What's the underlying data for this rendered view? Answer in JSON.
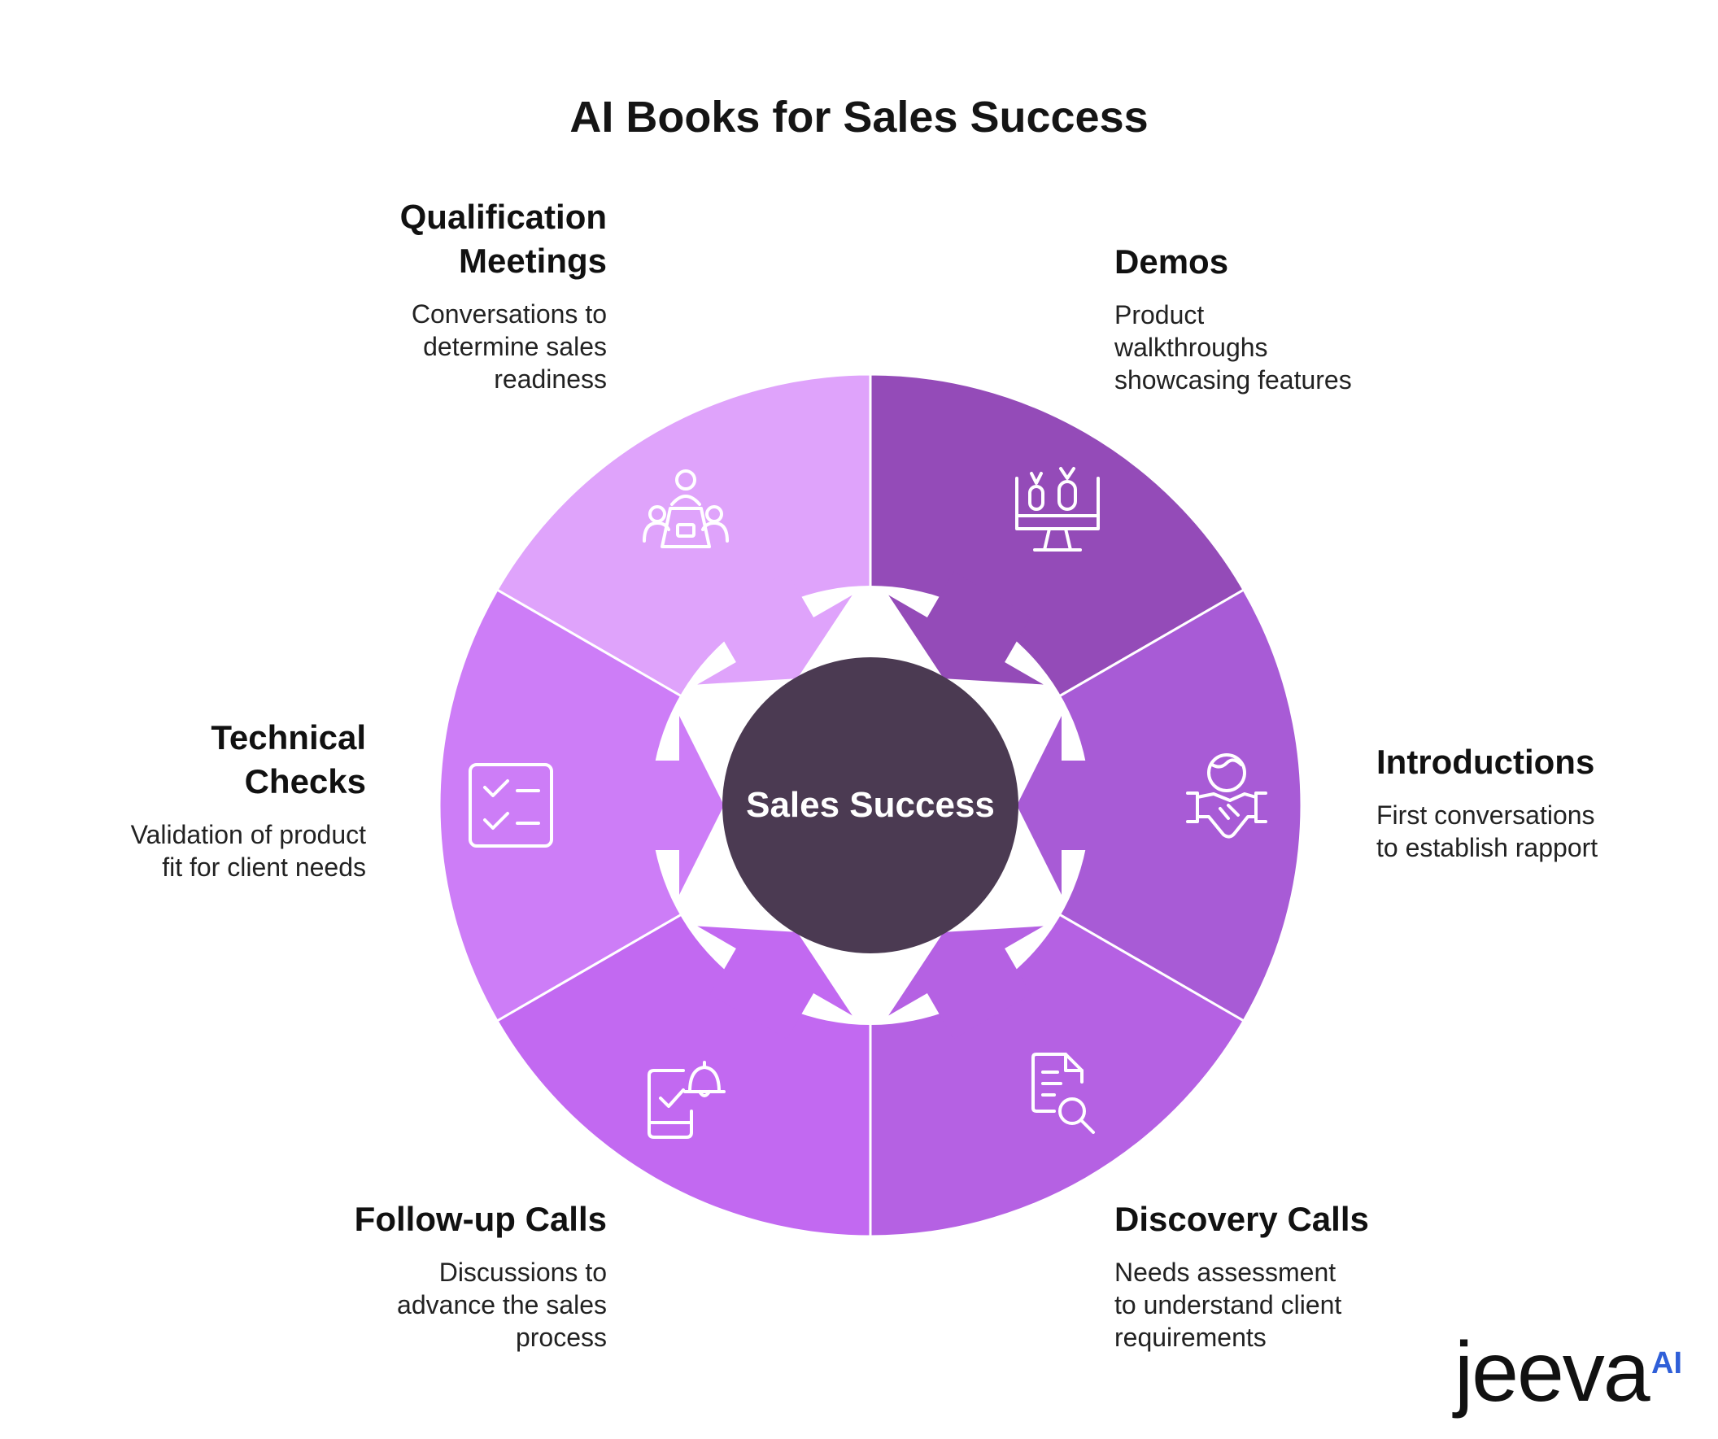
{
  "title": "AI Books for Sales Success",
  "center": {
    "label": "Sales Success",
    "color": "#4b3a52"
  },
  "segments": [
    {
      "id": "qualification",
      "title": "Qualification Meetings",
      "description": "Conversations to determine sales readiness",
      "color": "#dfa3fb",
      "icon": "meeting-icon"
    },
    {
      "id": "demos",
      "title": "Demos",
      "description": "Product walkthroughs showcasing features",
      "color": "#944bb8",
      "icon": "monitor-demo-icon"
    },
    {
      "id": "introductions",
      "title": "Introductions",
      "description": "First conversations to establish rapport",
      "color": "#a85bd6",
      "icon": "handshake-globe-icon"
    },
    {
      "id": "discovery",
      "title": "Discovery Calls",
      "description": "Needs assessment to understand client requirements",
      "color": "#b561e3",
      "icon": "document-search-icon"
    },
    {
      "id": "followup",
      "title": "Follow-up Calls",
      "description": "Discussions to advance the sales process",
      "color": "#c269f1",
      "icon": "phone-bell-icon"
    },
    {
      "id": "technical",
      "title": "Technical Checks",
      "description": "Validation of product fit for client needs",
      "color": "#cd7df7",
      "icon": "checklist-icon"
    }
  ],
  "labels": {
    "qualification": {
      "head": "Qualification\nMeetings",
      "desc": "Conversations to\ndetermine sales\nreadiness"
    },
    "demos": {
      "head": "Demos",
      "desc": "Product\nwalkthroughs\nshowcasing features"
    },
    "introductions": {
      "head": "Introductions",
      "desc": "First conversations\nto establish rapport"
    },
    "discovery": {
      "head": "Discovery Calls",
      "desc": "Needs assessment\nto understand client\nrequirements"
    },
    "followup": {
      "head": "Follow-up Calls",
      "desc": "Discussions to\nadvance the sales\nprocess"
    },
    "technical": {
      "head": "Technical\nChecks",
      "desc": "Validation of product\nfit for client needs"
    }
  },
  "logo": {
    "wordmark": "jeeva",
    "suffix": "AI",
    "suffix_color": "#2f5fd8"
  }
}
